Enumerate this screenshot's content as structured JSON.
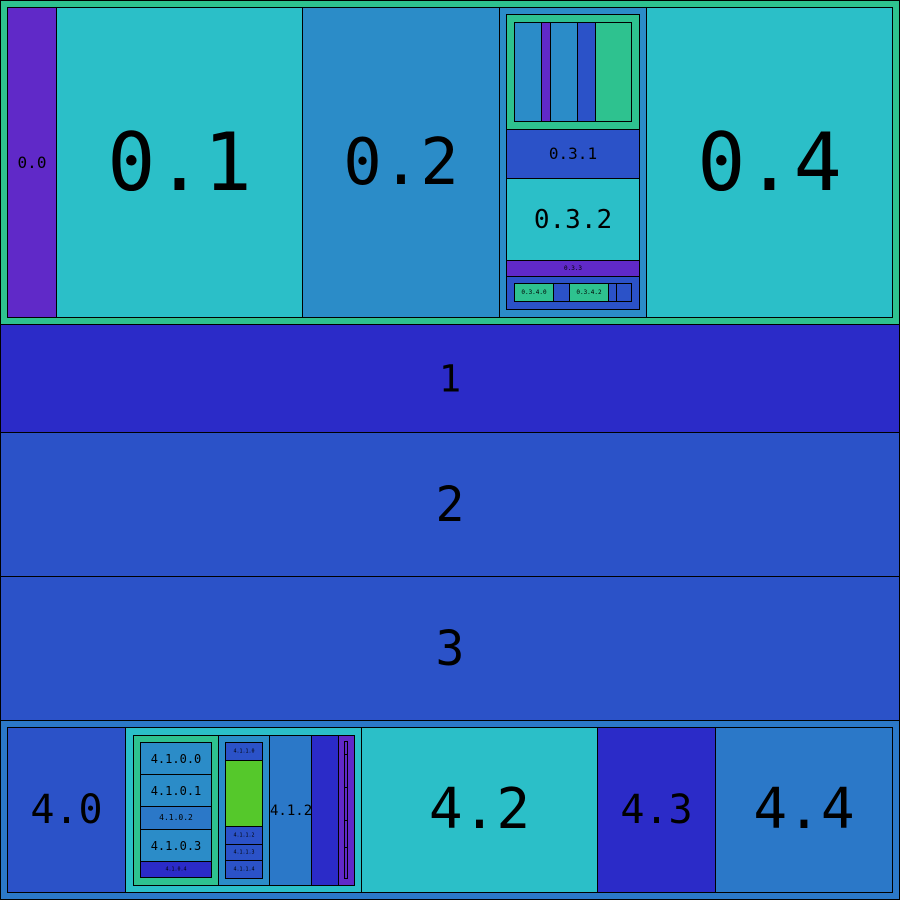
{
  "colors": {
    "green": "#2EC28F",
    "cyan": "#2BBFC8",
    "blue": "#2B8CC8",
    "indigo": "#2B2BC8",
    "royal": "#2B52C8",
    "mid_blue": "#2B78C8",
    "purple": "#6029C8",
    "lime": "#55C82B"
  },
  "cells": {
    "c0_0": "0.0",
    "c0_1": "0.1",
    "c0_2": "0.2",
    "c0_3_1": "0.3.1",
    "c0_3_2": "0.3.2",
    "c0_3_3": "0.3.3",
    "c0_3_4_0": "0.3.4.0",
    "c0_3_4_2": "0.3.4.2",
    "c0_4": "0.4",
    "c1": "1",
    "c2": "2",
    "c3": "3",
    "c4_0": "4.0",
    "c4_1_0_0": "4.1.0.0",
    "c4_1_0_1": "4.1.0.1",
    "c4_1_0_2": "4.1.0.2",
    "c4_1_0_3": "4.1.0.3",
    "c4_1_0_4": "4.1.0.4",
    "c4_1_1_0": "4.1.1.0",
    "c4_1_1_2": "4.1.1.2",
    "c4_1_1_3": "4.1.1.3",
    "c4_1_1_4": "4.1.1.4",
    "c4_1_2": "4.1.2",
    "c4_2": "4.2",
    "c4_3": "4.3",
    "c4_4": "4.4"
  }
}
